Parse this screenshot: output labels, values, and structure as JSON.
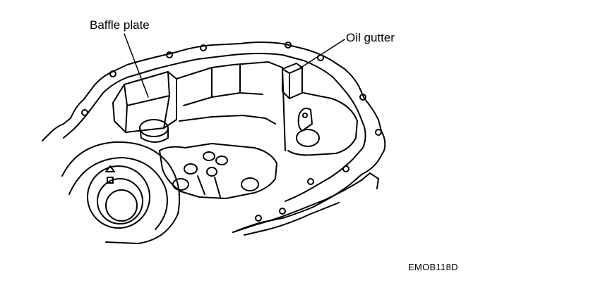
{
  "labels": {
    "baffle_plate": "Baffle plate",
    "oil_gutter": "Oil gutter"
  },
  "figure_code": "EMOB118D",
  "colors": {
    "ink": "#000000",
    "paper": "#ffffff"
  }
}
